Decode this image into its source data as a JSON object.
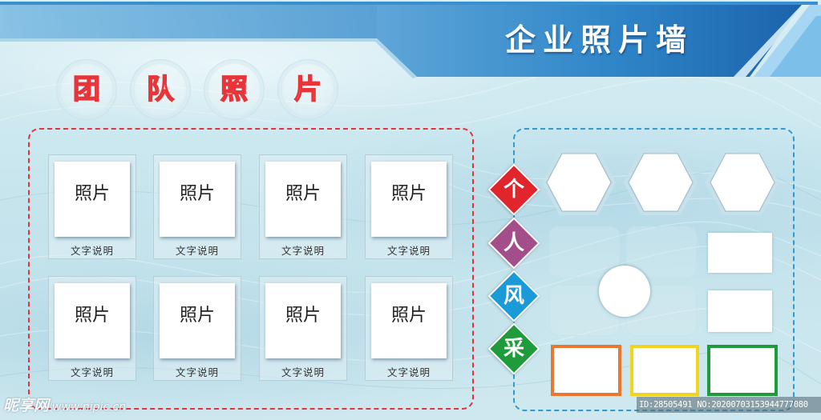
{
  "header": {
    "title": "企业照片墙"
  },
  "team": {
    "heading_chars": [
      "团",
      "队",
      "照",
      "片"
    ],
    "cards": [
      {
        "photo_label": "照片",
        "caption": "文字说明"
      },
      {
        "photo_label": "照片",
        "caption": "文字说明"
      },
      {
        "photo_label": "照片",
        "caption": "文字说明"
      },
      {
        "photo_label": "照片",
        "caption": "文字说明"
      },
      {
        "photo_label": "照片",
        "caption": "文字说明"
      },
      {
        "photo_label": "照片",
        "caption": "文字说明"
      },
      {
        "photo_label": "照片",
        "caption": "文字说明"
      },
      {
        "photo_label": "照片",
        "caption": "文字说明"
      }
    ]
  },
  "personal": {
    "diamonds": [
      {
        "char": "个",
        "color": "#e0262c"
      },
      {
        "char": "人",
        "color": "#a34d8b"
      },
      {
        "char": "风",
        "color": "#1a9ad7"
      },
      {
        "char": "采",
        "color": "#1f9b3b"
      }
    ],
    "frame_colors": [
      "#e8772f",
      "#f2d41c",
      "#1f9b3b"
    ]
  },
  "colors": {
    "banner_blue": "#1f6fb8",
    "team_border": "#e0353a",
    "personal_border": "#2f9bd3"
  },
  "footer": {
    "watermark_logo": "昵享网",
    "watermark_url": "www.nipic.cn",
    "image_id": "ID:28505491 NO:20200703153944777080"
  }
}
